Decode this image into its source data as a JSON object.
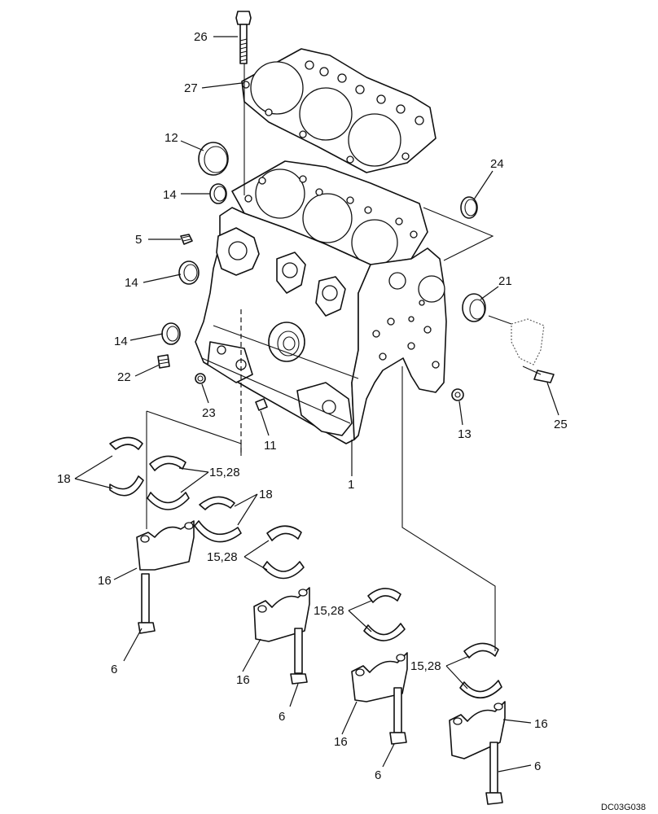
{
  "callouts": {
    "c26": "26",
    "c27": "27",
    "c12": "12",
    "c14a": "14",
    "c24": "24",
    "c5": "5",
    "c14b": "14",
    "c21": "21",
    "c14c": "14",
    "c22": "22",
    "c23": "23",
    "c25": "25",
    "c11": "11",
    "c13": "13",
    "c1": "1",
    "c18a": "18",
    "c1528a": "15,28",
    "c18b": "18",
    "c16a": "16",
    "c1528b": "15,28",
    "c6a": "6",
    "c1528c": "15,28",
    "c16b": "16",
    "c6b": "6",
    "c1528d": "15,28",
    "c16c": "16",
    "c6c": "6",
    "c16d": "16",
    "c6d": "6"
  },
  "drawing_code": "DC03G038"
}
